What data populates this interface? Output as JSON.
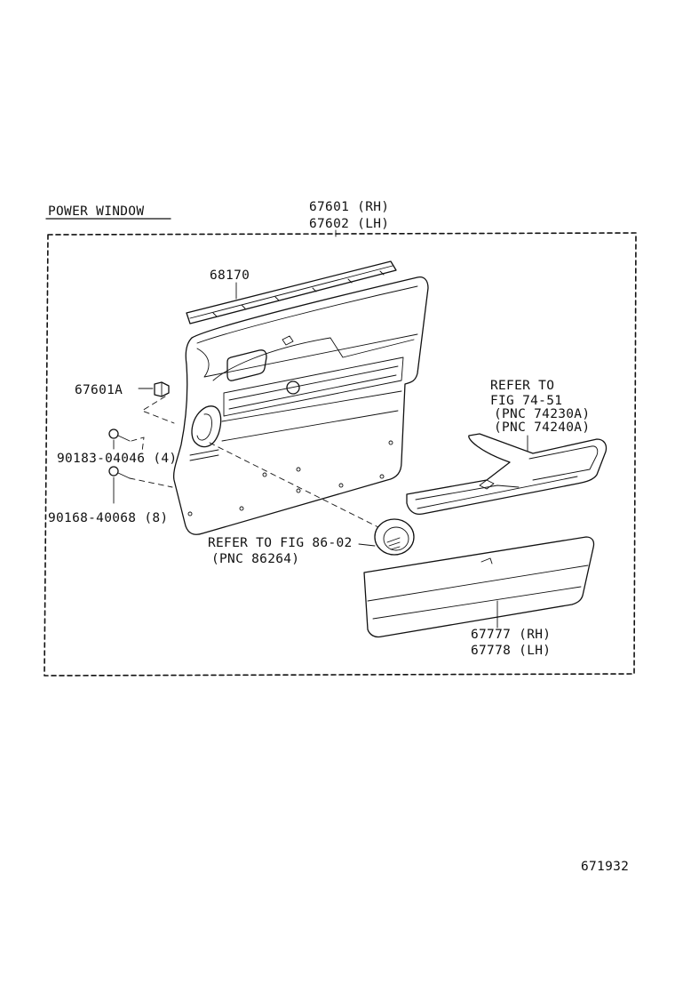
{
  "header": {
    "variant_label": "POWER WINDOW",
    "panel_part_rh": "67601 (RH)",
    "panel_part_lh": "67602 (LH)"
  },
  "callouts": {
    "weatherstrip": "68170",
    "clip": "67601A",
    "screw_a": "90183-04046 (4)",
    "screw_b": "90168-40068 (8)",
    "speaker_ref_1": "REFER TO FIG 86-02",
    "speaker_ref_2": "(PNC 86264)",
    "armrest_ref_1": "REFER TO",
    "armrest_ref_2": "FIG 74-51",
    "armrest_ref_3": "(PNC 74230A)",
    "armrest_ref_4": "(PNC 74240A)",
    "pocket_rh": "67777 (RH)",
    "pocket_lh": "67778 (LH)"
  },
  "footer": {
    "figure_number": "671932"
  },
  "colors": {
    "ink": "#111111",
    "paper": "#ffffff"
  }
}
